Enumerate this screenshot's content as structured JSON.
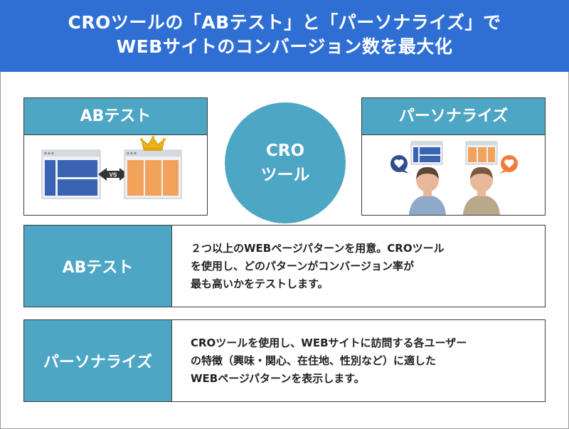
{
  "header": {
    "title_line1": "CROツールの「ABテスト」と「パーソナライズ」で",
    "title_line2": "WEBサイトのコンバージョン数を最大化"
  },
  "cards": {
    "ab_title": "ABテスト",
    "ab_vs": "VS",
    "personalize_title": "パーソナライズ"
  },
  "center": {
    "line1": "CRO",
    "line2": "ツール"
  },
  "rows": {
    "ab": {
      "label": "ABテスト",
      "lines": [
        "２つ以上のWEBページパターンを用意。CROツール",
        "を使用し、どのパターンがコンバージョン率が",
        "最も高いかをテストします。"
      ]
    },
    "personalize": {
      "label": "パーソナライズ",
      "lines": [
        "CROツールを使用し、WEBサイトに訪問する各ユーザー",
        "の特徴（興味・関心、在住地、性別など）に適した",
        "WEBページパターンを表示します。"
      ]
    }
  },
  "colors": {
    "header_bg": "#2f6fd4",
    "accent": "#4da6c4",
    "page_blue": "#3a63b3",
    "page_orange": "#f2a25a",
    "crown": "#e7b318",
    "heart": "#f07b3b"
  }
}
